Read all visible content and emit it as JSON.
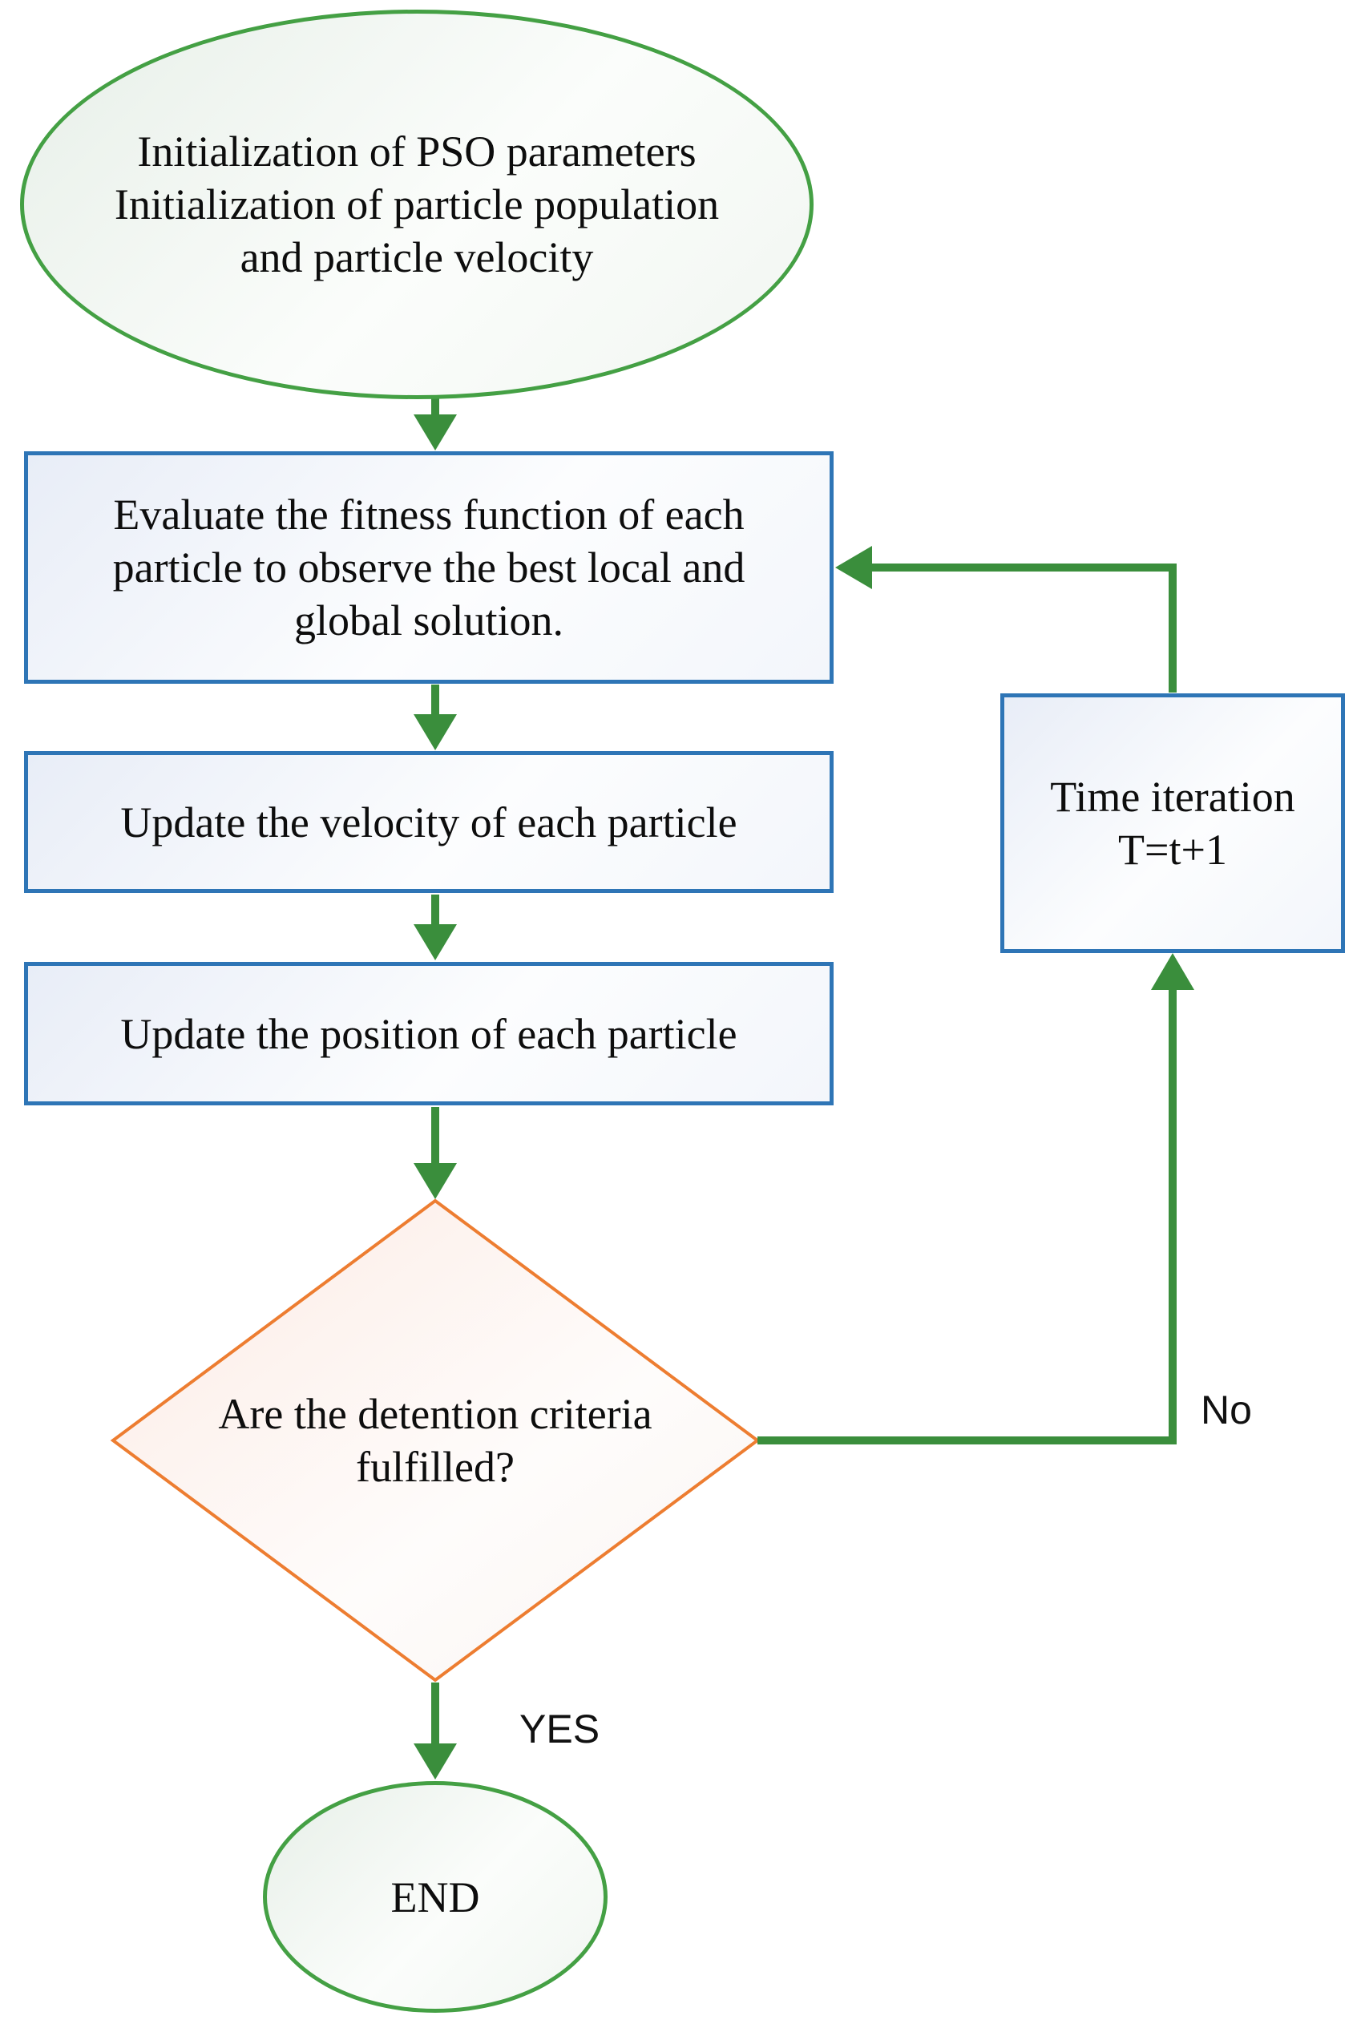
{
  "flowchart": {
    "nodes": {
      "start": {
        "shape": "ellipse",
        "lines": [
          "Initialization of PSO parameters",
          "Initialization of particle population",
          "and particle velocity"
        ]
      },
      "evaluate": {
        "shape": "process",
        "lines": [
          "Evaluate the fitness function of each",
          "particle to observe the best local and",
          "global solution."
        ]
      },
      "update_velocity": {
        "shape": "process",
        "lines": [
          "Update the velocity of each particle"
        ]
      },
      "update_position": {
        "shape": "process",
        "lines": [
          "Update the position of each particle"
        ]
      },
      "decision": {
        "shape": "diamond",
        "lines": [
          "Are the detention criteria",
          "fulfilled?"
        ]
      },
      "time_iteration": {
        "shape": "process",
        "lines": [
          "Time iteration",
          "T=t+1"
        ]
      },
      "end": {
        "shape": "ellipse",
        "lines": [
          "END"
        ]
      }
    },
    "edge_labels": {
      "no": "No",
      "yes": "YES"
    },
    "colors": {
      "ellipse_border_green": "#44a044",
      "arrow_green": "#3a8e3c",
      "process_border_blue": "#2e75b6",
      "decision_border_orange": "#ed7d31",
      "text_color": "#0d0d0d"
    }
  }
}
